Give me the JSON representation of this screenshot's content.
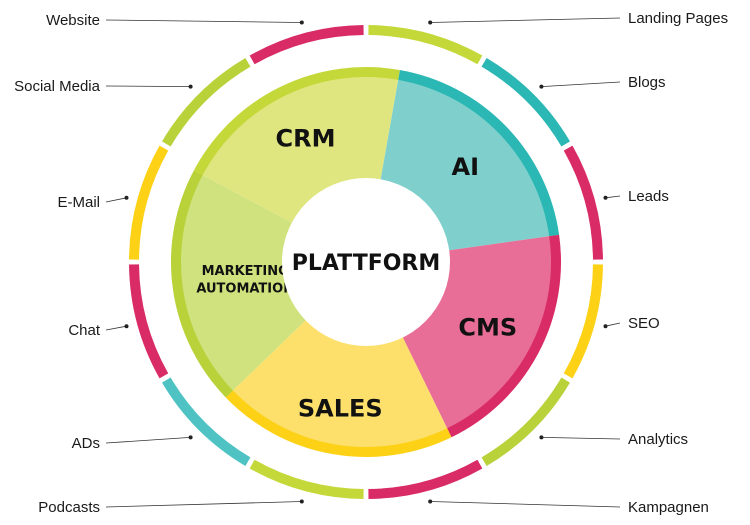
{
  "center": {
    "label": "PLATTFORM"
  },
  "segments": [
    {
      "label": "AI",
      "lines": [
        "AI"
      ],
      "fill": "#7fd0cc",
      "rim": "#2bb7b3"
    },
    {
      "label": "CMS",
      "lines": [
        "CMS"
      ],
      "fill": "#e86e97",
      "rim": "#d92b66"
    },
    {
      "label": "SALES",
      "lines": [
        "SALES"
      ],
      "fill": "#fde06b",
      "rim": "#fcd116"
    },
    {
      "label": "MARKETING AUTOMATION",
      "lines": [
        "MARKETING",
        "AUTOMATION"
      ],
      "fill": "#cfe27d",
      "rim": "#b9d23a"
    },
    {
      "label": "CRM",
      "lines": [
        "CRM"
      ],
      "fill": "#e0e67f",
      "rim": "#c5d83a"
    }
  ],
  "channels": [
    {
      "label": "Landing Pages",
      "color": "#c5d83a"
    },
    {
      "label": "Blogs",
      "color": "#2bb7b3"
    },
    {
      "label": "Leads",
      "color": "#d92b66"
    },
    {
      "label": "SEO",
      "color": "#fcd116"
    },
    {
      "label": "Analytics",
      "color": "#b9d23a"
    },
    {
      "label": "Kampagnen",
      "color": "#d92b66"
    },
    {
      "label": "Podcasts",
      "color": "#c5d83a"
    },
    {
      "label": "ADs",
      "color": "#4fc3c3"
    },
    {
      "label": "Chat",
      "color": "#d92b66"
    },
    {
      "label": "E-Mail",
      "color": "#fcd116"
    },
    {
      "label": "Social Media",
      "color": "#b9d23a"
    },
    {
      "label": "Website",
      "color": "#d92b66"
    }
  ]
}
